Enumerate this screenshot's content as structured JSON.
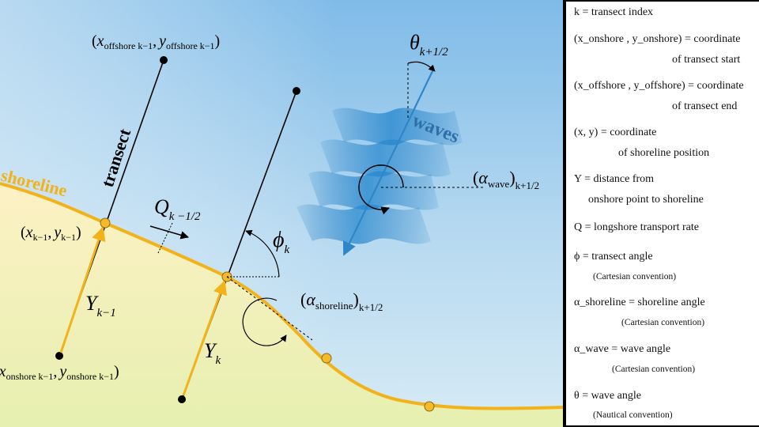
{
  "diagram": {
    "labels": {
      "transect": "transect",
      "shoreline": "shoreline",
      "waves": "waves",
      "theta_sym": "θ",
      "theta_sub": "k+1/2",
      "alpha_sym": "α",
      "alpha_wave_sub": "wave",
      "alpha_wave_outer": "k+1/2",
      "alpha_shore_sub": "shoreline",
      "alpha_shore_outer": "k+1/2",
      "phi_sym": "ϕ",
      "phi_sub": "k",
      "q_sym": "Q",
      "q_sub": "k −1/2",
      "y_sym": "Y",
      "y_prev_sub": "k−1",
      "y_k_sub": "k",
      "x_sym": "x",
      "y_var": "y",
      "offshore_sub": "offshore k−1",
      "onshore_sub": "onshore k−1",
      "km1": "k−1",
      "comma": ","
    },
    "colors": {
      "sea_top": "#7fbbe8",
      "sea_bottom": "#cfe6f4",
      "land_top": "#fbeec0",
      "land_bottom": "#e3efb0",
      "shoreline": "#f2b21a",
      "waves": "#2e86c9",
      "transect": "#000000"
    }
  },
  "legend": [
    {
      "text": "k = transect index",
      "sub": false
    },
    {
      "text": "(x_onshore , y_onshore) = coordinate",
      "sub": false
    },
    {
      "text": "of transect start",
      "sub": false
    },
    {
      "text": "(x_offshore , y_offshore) = coordinate",
      "sub": false
    },
    {
      "text": "of transect end",
      "sub": false
    },
    {
      "text": "(x, y) = coordinate",
      "sub": false
    },
    {
      "text": "of shoreline position",
      "sub": false
    },
    {
      "text": "Y = distance from",
      "sub": false
    },
    {
      "text": "onshore point to shoreline",
      "sub": false
    },
    {
      "text": "Q = longshore transport rate",
      "sub": false
    },
    {
      "text": "ϕ = transect angle",
      "sub": false
    },
    {
      "text": "(Cartesian convention)",
      "sub": true
    },
    {
      "text": "α_shoreline = shoreline angle",
      "sub": false
    },
    {
      "text": "(Cartesian convention)",
      "sub": true
    },
    {
      "text": "α_wave = wave angle",
      "sub": false
    },
    {
      "text": "(Cartesian convention)",
      "sub": true
    },
    {
      "text": "θ = wave angle",
      "sub": false
    },
    {
      "text": "(Nautical convention)",
      "sub": true
    }
  ]
}
